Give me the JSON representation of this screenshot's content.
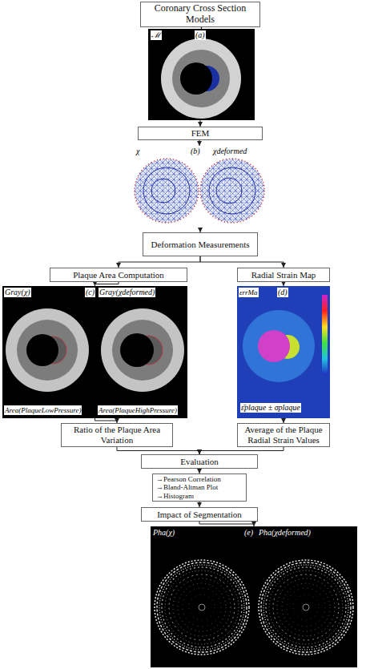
{
  "diagram": {
    "nodes": [
      {
        "text": [
          "Coronary Cross Section Models"
        ]
      },
      {
        "text": [
          "ℳ",
          "(a)"
        ]
      },
      {
        "text": [
          "FEM"
        ]
      },
      {
        "text": [
          "χ",
          "(b)",
          "χdeformed"
        ]
      },
      {
        "text": [
          "Deformation Measurements"
        ]
      },
      {
        "text": [
          "Plaque Area Computation"
        ]
      },
      {
        "text": [
          "Radial Strain Map"
        ]
      },
      {
        "text": [
          "Gray(χ)",
          "(c)",
          "Gray(χdeformed)",
          "Area(PlaqueLowPressure)",
          "Area(PlaqueHighPressure)"
        ]
      },
      {
        "text": [
          "εrrMa",
          "(d)",
          "ε̄plaque ± σplaque"
        ]
      },
      {
        "text": [
          "Ratio of the Plaque Area Variation"
        ]
      },
      {
        "text": [
          "Average of the Plaque Radial Strain Values"
        ]
      },
      {
        "text": [
          "Evaluation"
        ]
      },
      {
        "text": [
          "→Pearson Correlation",
          "→Bland-Altman Plot",
          "→Histogram"
        ]
      },
      {
        "text": [
          "Impact of Segmentation"
        ]
      },
      {
        "text": [
          "Pha(χ)",
          "(e)",
          "Pha(χdeformed)"
        ]
      }
    ],
    "edges": [
      {
        "from": 0,
        "to": 1,
        "arrow": "to"
      },
      {
        "from": 1,
        "to": 2,
        "arrow": "to"
      },
      {
        "from": 2,
        "to": 3,
        "arrow": "to"
      },
      {
        "from": 3,
        "to": 4,
        "arrow": "to"
      },
      {
        "from": 4,
        "to": 5,
        "arrow": "to"
      },
      {
        "from": 4,
        "to": 6,
        "arrow": "to"
      },
      {
        "from": 5,
        "to": 7,
        "arrow": "to"
      },
      {
        "from": 6,
        "to": 8,
        "arrow": "to"
      },
      {
        "from": 7,
        "to": 9,
        "arrow": "to"
      },
      {
        "from": 8,
        "to": 10,
        "arrow": "to"
      },
      {
        "from": 9,
        "to": 11,
        "arrow": "to"
      },
      {
        "from": 10,
        "to": 11,
        "arrow": "to"
      },
      {
        "from": 11,
        "to": 12,
        "arrow": "to"
      },
      {
        "from": 12,
        "to": 13,
        "arrow": "to"
      },
      {
        "from": 13,
        "to": 14,
        "arrow": "to"
      }
    ]
  }
}
